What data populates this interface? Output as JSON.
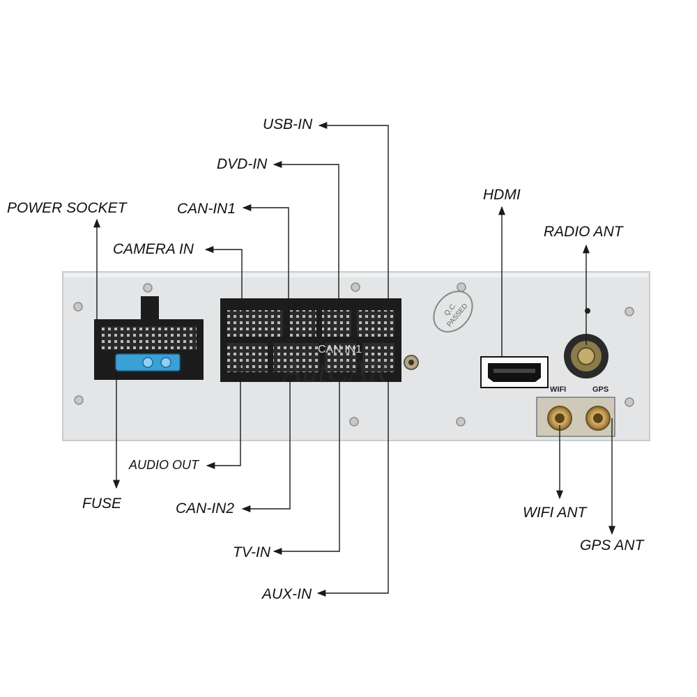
{
  "labels": {
    "usb_in": "USB-IN",
    "dvd_in": "DVD-IN",
    "power_socket": "POWER SOCKET",
    "can_in1": "CAN-IN1",
    "camera_in": "CAMERA IN",
    "hdmi": "HDMI",
    "radio_ant": "RADIO ANT",
    "audio_out": "AUDIO OUT",
    "fuse": "FUSE",
    "can_in2": "CAN-IN2",
    "tv_in": "TV-IN",
    "aux_in": "AUX-IN",
    "wifi_ant": "WIFI ANT",
    "gps_ant": "GPS ANT"
  },
  "panel": {
    "wifi_port_label": "WIFI",
    "gps_port_label": "GPS",
    "qc_stamp_line1": "Q.C.",
    "qc_stamp_line2": "PASSED",
    "connector_label": "CAN IN1",
    "watermark": "AutCAR"
  },
  "colors": {
    "panel": "#e3e5e6",
    "connector": "#1c1c1c",
    "fuse": "#3aa0d6",
    "sma_gold": "#c9a05a",
    "arrow": "#1a1a1a"
  }
}
